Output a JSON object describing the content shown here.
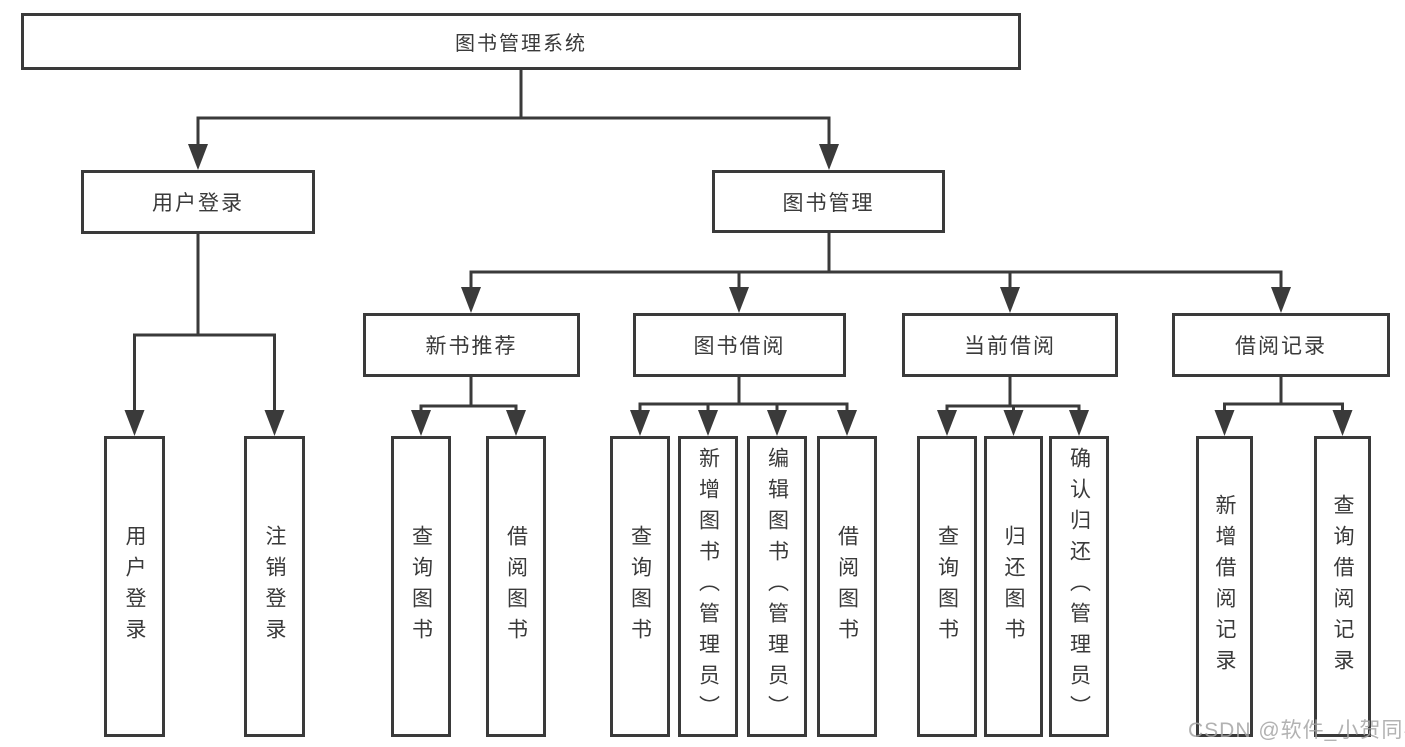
{
  "diagram": {
    "nodes": {
      "root": {
        "label": "图书管理系统"
      },
      "level2": [
        {
          "label": "用户登录",
          "parent": "图书管理系统"
        },
        {
          "label": "图书管理",
          "parent": "图书管理系统"
        }
      ],
      "level3": [
        {
          "label": "新书推荐",
          "parent": "图书管理"
        },
        {
          "label": "图书借阅",
          "parent": "图书管理"
        },
        {
          "label": "当前借阅",
          "parent": "图书管理"
        },
        {
          "label": "借阅记录",
          "parent": "图书管理"
        }
      ],
      "leaves": [
        {
          "label": "用户登录",
          "parent": "用户登录"
        },
        {
          "label": "注销登录",
          "parent": "用户登录"
        },
        {
          "label": "查询图书",
          "parent": "新书推荐"
        },
        {
          "label": "借阅图书",
          "parent": "新书推荐"
        },
        {
          "label": "查询图书",
          "parent": "图书借阅"
        },
        {
          "label": "新增图书（管理员）",
          "parent": "图书借阅"
        },
        {
          "label": "编辑图书（管理员）",
          "parent": "图书借阅"
        },
        {
          "label": "借阅图书",
          "parent": "图书借阅"
        },
        {
          "label": "查询图书",
          "parent": "当前借阅"
        },
        {
          "label": "归还图书",
          "parent": "当前借阅"
        },
        {
          "label": "确认归还（管理员）",
          "parent": "当前借阅"
        },
        {
          "label": "新增借阅记录",
          "parent": "借阅记录"
        },
        {
          "label": "查询借阅记录",
          "parent": "借阅记录"
        }
      ]
    }
  },
  "watermark": {
    "text": "CSDN @软件_小贺同学"
  },
  "colors": {
    "line": "#3a3a3a",
    "text": "#3a3a3a",
    "box_fill": "#ffffff",
    "background": "#ffffff",
    "watermark": "#a5a5a5"
  }
}
